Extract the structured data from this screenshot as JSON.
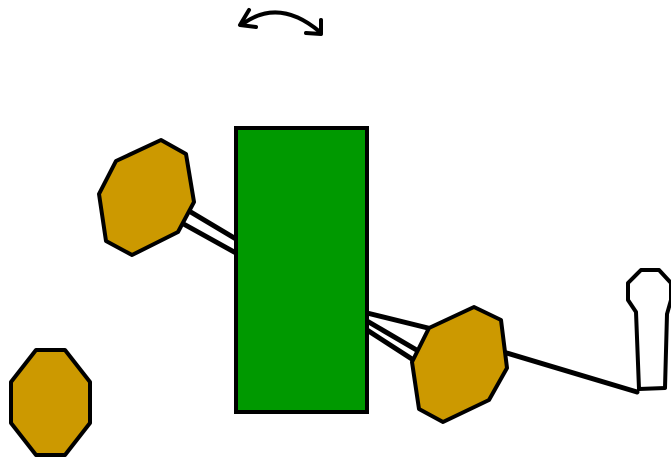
{
  "colors": {
    "background": "#ffffff",
    "block_fill": "#009900",
    "token_fill": "#cc9900",
    "outline": "#000000",
    "tool_fill": "#ffffff"
  },
  "icons": {
    "rotate": "rotate-arrow-icon",
    "tool": "tool-peg-icon"
  },
  "scene": {
    "block": {
      "name": "green-block"
    },
    "tokens": [
      {
        "name": "token-upper-left",
        "linked": true
      },
      {
        "name": "token-right",
        "linked": true
      },
      {
        "name": "token-lower-left",
        "linked": false
      }
    ]
  }
}
